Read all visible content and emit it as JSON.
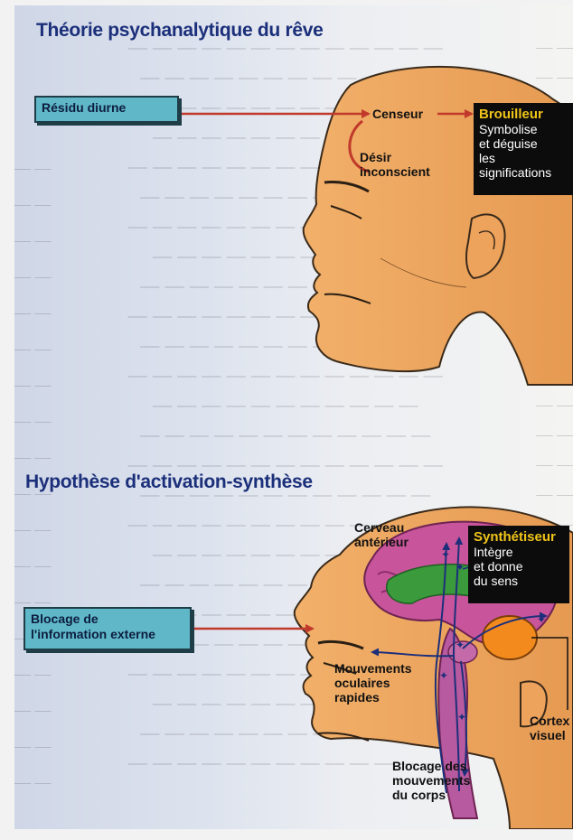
{
  "top_diagram": {
    "title": "Théorie psychanalytique du rêve",
    "residu_label": "Résidu diurne",
    "censeur_label": "Censeur",
    "desir_label": "Désir\ninconscient",
    "brouilleur": {
      "heading": "Brouilleur",
      "text": "Symbolise\net déguise\nles\nsignifications"
    }
  },
  "bottom_diagram": {
    "title": "Hypothèse d'activation-synthèse",
    "blocage_info_label": "Blocage de\nl'information externe",
    "cerveau_label": "Cerveau\nantérieur",
    "synthetiseur": {
      "heading": "Synthétiseur",
      "text": "Intègre\net donne\ndu sens"
    },
    "mouvements_label": "Mouvements\noculaires\nrapides",
    "cortex_label": "Cortex\nvisuel",
    "blocage_corps_label": "Blocage des\nmouvements\ndu corps"
  },
  "colors": {
    "title": "#1b2f7a",
    "box_fill": "#5fb7c8",
    "skin": "#f0a860",
    "arrow": "#c0392b",
    "brain_magenta": "#c8559b",
    "brain_green": "#3a9a3c",
    "cerebellum": "#f28a1e",
    "heading_yellow": "#f0c419"
  }
}
